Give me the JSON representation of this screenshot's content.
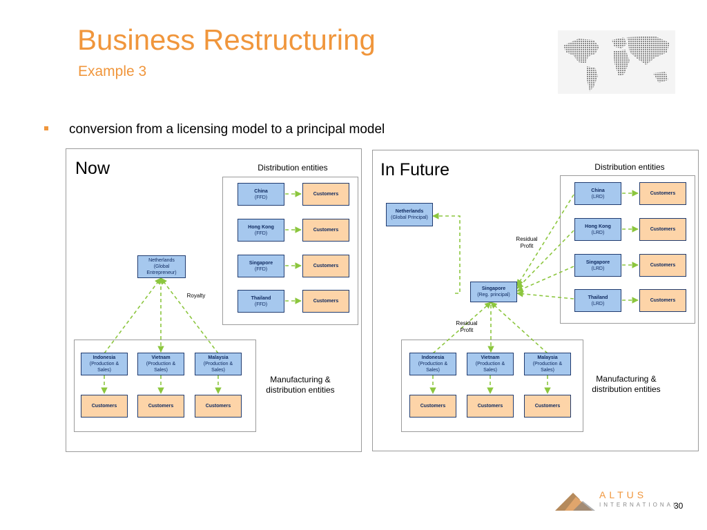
{
  "title": "Business Restructuring",
  "subtitle": "Example 3",
  "bullet": "conversion from a licensing model to a principal model",
  "page_number": "30",
  "logo": {
    "name": "ALTUS",
    "tagline": "INTERNATIONAL"
  },
  "now": {
    "heading": "Now",
    "distribution_label": "Distribution entities",
    "royalty_label": "Royalty",
    "manufacturing_label": "Manufacturing & distribution entities",
    "hub": {
      "line1": "Netherlands",
      "line2": "(Global",
      "line3": "Entrepreneur)"
    },
    "distribution": [
      {
        "name": "China",
        "role": "(FFD)",
        "customer": "Customers"
      },
      {
        "name": "Hong Kong",
        "role": "(FFD)",
        "customer": "Customers"
      },
      {
        "name": "Singapore",
        "role": "(FFD)",
        "customer": "Customers"
      },
      {
        "name": "Thailand",
        "role": "(FFD)",
        "customer": "Customers"
      }
    ],
    "manufacturing": [
      {
        "name": "Indonesia",
        "role1": "(Production &",
        "role2": "Sales)",
        "customer": "Customers"
      },
      {
        "name": "Vietnam",
        "role1": "(Production &",
        "role2": "Sales)",
        "customer": "Customers"
      },
      {
        "name": "Malaysia",
        "role1": "(Production &",
        "role2": "Sales)",
        "customer": "Customers"
      }
    ]
  },
  "future": {
    "heading": "In Future",
    "distribution_label": "Distribution entities",
    "residual_profit_top": {
      "line1": "Residual",
      "line2": "Profit"
    },
    "residual_profit_bottom": {
      "line1": "Residual",
      "line2": "Profit"
    },
    "manufacturing_label": "Manufacturing & distribution entities",
    "principal": {
      "line1": "Netherlands",
      "line2": "(Global Principal)"
    },
    "hub": {
      "line1": "Singapore",
      "line2": "(Reg. principal)"
    },
    "distribution": [
      {
        "name": "China",
        "role": "(LRD)",
        "customer": "Customers"
      },
      {
        "name": "Hong Kong",
        "role": "(LRD)",
        "customer": "Customers"
      },
      {
        "name": "Singapore",
        "role": "(LRD)",
        "customer": "Customers"
      },
      {
        "name": "Thailand",
        "role": "(LRD)",
        "customer": "Customers"
      }
    ],
    "manufacturing": [
      {
        "name": "Indonesia",
        "role1": "(Production &",
        "role2": "Sales)",
        "customer": "Customers"
      },
      {
        "name": "Vietnam",
        "role1": "(Production &",
        "role2": "Sales)",
        "customer": "Customers"
      },
      {
        "name": "Malaysia",
        "role1": "(Production &",
        "role2": "Sales)",
        "customer": "Customers"
      }
    ]
  },
  "colors": {
    "accent": "#f0963c",
    "entity_fill": "#a6c8ee",
    "customer_fill": "#fdd4a8",
    "arrow": "#8cc63e"
  }
}
